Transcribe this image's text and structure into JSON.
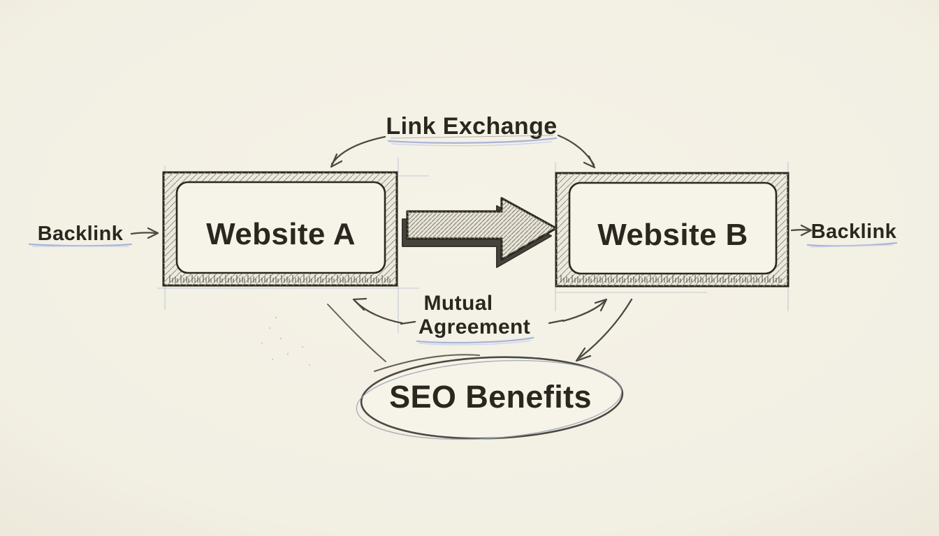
{
  "colors": {
    "background": "#f2efe3",
    "ink": "#29281f",
    "pencil": "#4b4942",
    "box-fill": "#f6f3e8",
    "band-fill": "#eceadd",
    "hatch": "#96938a",
    "underline": "#a9b4da",
    "underline-light": "#c7cee9",
    "construction": "#b7c1cd",
    "arrow-face": "#e9e6d9",
    "arrow-depth": "#45433b"
  },
  "title": {
    "label": "Link Exchange"
  },
  "nodes": {
    "website_a": {
      "label": "Website A"
    },
    "website_b": {
      "label": "Website B"
    },
    "seo": {
      "label": "SEO Benefits"
    }
  },
  "labels": {
    "backlink_left": "Backlink",
    "backlink_right": "Backlink",
    "mutual_line1": "Mutual",
    "mutual_line2": "Agreement"
  }
}
